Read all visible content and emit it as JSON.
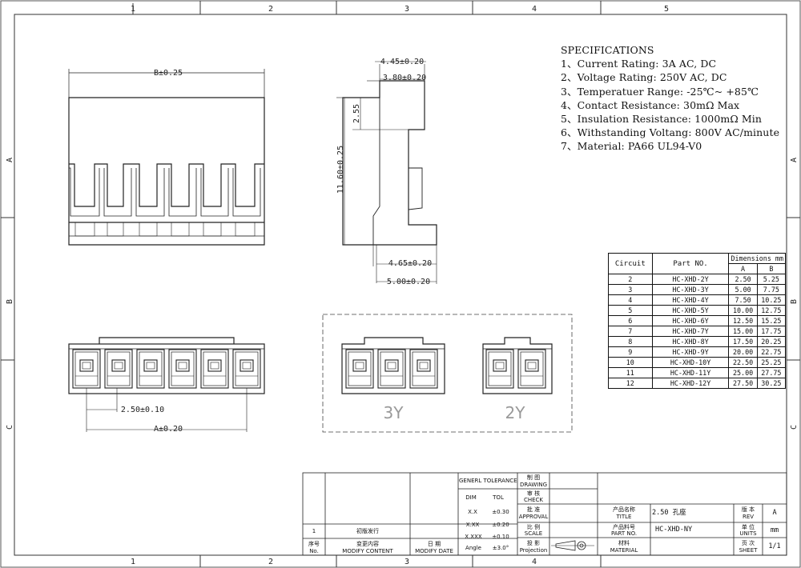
{
  "border": {
    "columns": [
      "1",
      "2",
      "3",
      "4",
      "5"
    ],
    "rows": [
      "A",
      "B",
      "C"
    ]
  },
  "specifications": {
    "heading": "SPECIFICATIONS",
    "items": [
      "1、Current Rating: 3A AC, DC",
      "2、Voltage Rating: 250V AC, DC",
      "3、Temperatuer Range: -25℃~ +85℃",
      "4、Contact Resistance: 30mΩ  Max",
      "5、Insulation Resistance: 1000mΩ  Min",
      "6、Withstanding  Voltang: 800V AC/minute",
      "7、Material: PA66  UL94-V0"
    ]
  },
  "dimensions_table": {
    "col_circuit": "Circuit",
    "col_part": "Part NO.",
    "col_dims": "Dimensions mm",
    "col_a": "A",
    "col_b": "B",
    "rows": [
      {
        "circuit": "2",
        "part": "HC-XHD-2Y",
        "a": "2.50",
        "b": "5.25"
      },
      {
        "circuit": "3",
        "part": "HC-XHD-3Y",
        "a": "5.00",
        "b": "7.75"
      },
      {
        "circuit": "4",
        "part": "HC-XHD-4Y",
        "a": "7.50",
        "b": "10.25"
      },
      {
        "circuit": "5",
        "part": "HC-XHD-5Y",
        "a": "10.00",
        "b": "12.75"
      },
      {
        "circuit": "6",
        "part": "HC-XHD-6Y",
        "a": "12.50",
        "b": "15.25"
      },
      {
        "circuit": "7",
        "part": "HC-XHD-7Y",
        "a": "15.00",
        "b": "17.75"
      },
      {
        "circuit": "8",
        "part": "HC-XHD-8Y",
        "a": "17.50",
        "b": "20.25"
      },
      {
        "circuit": "9",
        "part": "HC-XHD-9Y",
        "a": "20.00",
        "b": "22.75"
      },
      {
        "circuit": "10",
        "part": "HC-XHD-10Y",
        "a": "22.50",
        "b": "25.25"
      },
      {
        "circuit": "11",
        "part": "HC-XHD-11Y",
        "a": "25.00",
        "b": "27.75"
      },
      {
        "circuit": "12",
        "part": "HC-XHD-12Y",
        "a": "27.50",
        "b": "30.25"
      }
    ]
  },
  "drawing": {
    "dim_b": "B±0.25",
    "dim_445": "4.45±0.20",
    "dim_380": "3.80±0.20",
    "dim_255": "2.55",
    "dim_1160": "11.60±0.25",
    "dim_465": "4.65±0.20",
    "dim_500": "5.00±0.20",
    "dim_pitch": "2.50±0.10",
    "dim_a": "A±0.20",
    "variant_3y": "3Y",
    "variant_2y": "2Y"
  },
  "title_block": {
    "tolerance_title": "GENERL TOLERANCE",
    "dim_label": "DIM",
    "tol_label": "TOL",
    "tolerances": [
      {
        "dim": "X.X",
        "tol": "±0.30"
      },
      {
        "dim": "X.XX",
        "tol": "±0.20"
      },
      {
        "dim": "X.XXX",
        "tol": "±0.10"
      },
      {
        "dim": "Angle",
        "tol": "±3.0°"
      }
    ],
    "drawing_cn": "制 图",
    "drawing_en": "DRAWING",
    "check_cn": "审 核",
    "check_en": "CHECK",
    "approval_cn": "批 准",
    "approval_en": "APPROVAL",
    "scale_cn": "比 例",
    "scale_en": "SCALE",
    "projection_cn": "投 影",
    "projection_en": "Projection",
    "title_cn": "产品名称",
    "title_en": "TITLE",
    "title_value": "2.50 孔座",
    "part_cn": "产品料号",
    "part_en": "PART NO.",
    "part_value": "HC-XHD-NY",
    "material_cn": "材料",
    "material_en": "MATERIAL",
    "rev_cn": "版 本",
    "rev_en": "REV",
    "rev_value": "A",
    "units_cn": "单 位",
    "units_en": "UNITS",
    "units_value": "mm",
    "sheet_cn": "页 次",
    "sheet_en": "SHEET",
    "sheet_value": "1/1",
    "rev_no": "1",
    "rev_desc": "初版发行",
    "no_cn": "序号",
    "no_en": "No.",
    "content_cn": "变更内容",
    "content_en": "MODIFY CONTENT",
    "date_cn": "日 期",
    "date_en": "MODIFY DATE"
  }
}
